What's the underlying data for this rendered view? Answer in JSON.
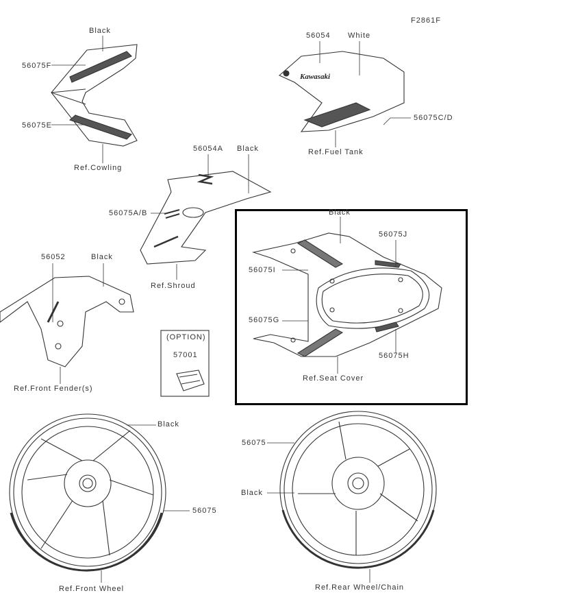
{
  "diagram_code": "F2861F",
  "cowling": {
    "color": "Black",
    "upper_part": "56075F",
    "lower_part": "56075E",
    "ref": "Ref.Cowling"
  },
  "fuel_tank": {
    "part": "56054",
    "color": "White",
    "side_part": "56075C/D",
    "ref": "Ref.Fuel Tank"
  },
  "shroud": {
    "part": "56054A",
    "color": "Black",
    "side_part": "56075A/B",
    "ref": "Ref.Shroud"
  },
  "front_fender": {
    "part": "56052",
    "color": "Black",
    "ref": "Ref.Front Fender(s)"
  },
  "option": {
    "label": "(OPTION)",
    "part": "57001"
  },
  "seat_cover": {
    "color": "Black",
    "part_j": "56075J",
    "part_i": "56075I",
    "part_g": "56075G",
    "part_h": "56075H",
    "ref": "Ref.Seat Cover"
  },
  "front_wheel": {
    "color": "Black",
    "part": "56075",
    "ref": "Ref.Front Wheel"
  },
  "rear_wheel": {
    "part": "56075",
    "color": "Black",
    "ref": "Ref.Rear Wheel/Chain"
  }
}
